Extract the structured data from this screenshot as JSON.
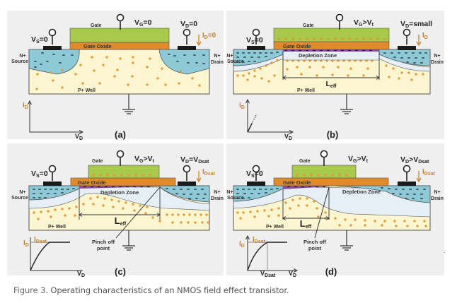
{
  "figure": {
    "caption_label": "Figure 3.",
    "caption_text": " Operating characteristics of an NMOS field effect transistor.",
    "colors": {
      "panel_bg": "#efefef",
      "gate": "#a9c94a",
      "gate_oxide": "#e08a2b",
      "n_plus": "#8ec9d8",
      "p_well": "#fbf5d0",
      "depletion": "#e6eef6",
      "channel": "#8c4aa0",
      "charge_plus": "#e0922e",
      "contact": "#1a1a1a",
      "current_label": "#c8862a"
    },
    "common_labels": {
      "gate": "Gate",
      "gate_oxide": "Gate Oxide",
      "n_plus": "N+",
      "source": "Source",
      "drain": "Drain",
      "p_well": "P+ Well",
      "depletion_zone": "Depletion Zone",
      "l_eff_main": "L",
      "l_eff_sub": "eff",
      "pinch_off_line1": "Pinch off",
      "pinch_off_line2": "point",
      "axis_I": "I",
      "axis_V": "V",
      "sub_D": "D",
      "sub_Dsat": "Dsat",
      "vs_main": "V",
      "vs_sub": "S",
      "vs_val": "=0"
    },
    "panels": [
      {
        "id": "a",
        "label": "(a)",
        "vg_main": "V",
        "vg_sub": "G",
        "vg_rel": "=0",
        "vg_rhs": "",
        "vd_main": "V",
        "vd_sub": "D",
        "vd_rel": "=0",
        "vd_rhs_main": "",
        "vd_rhs_sub": "",
        "id_main": "I",
        "id_sub": "D",
        "id_val": "=0"
      },
      {
        "id": "b",
        "label": "(b)",
        "vg_main": "V",
        "vg_sub": "G",
        "vg_rel": ">V",
        "vg_rhs": "t",
        "vd_main": "V",
        "vd_sub": "D",
        "vd_rel": "=small",
        "vd_rhs_main": "",
        "vd_rhs_sub": "",
        "id_main": "I",
        "id_sub": "D",
        "id_val": ""
      },
      {
        "id": "c",
        "label": "(c)",
        "vg_main": "V",
        "vg_sub": "G",
        "vg_rel": ">V",
        "vg_rhs": "t",
        "vd_main": "V",
        "vd_sub": "D",
        "vd_rel": "=V",
        "vd_rhs_main": "",
        "vd_rhs_sub": "Dsat",
        "id_main": "I",
        "id_sub": "Dsat",
        "id_val": ""
      },
      {
        "id": "d",
        "label": "(d)",
        "vg_main": "V",
        "vg_sub": "G",
        "vg_rel": ">V",
        "vg_rhs": "t",
        "vd_main": "V",
        "vd_sub": "D",
        "vd_rel": ">V",
        "vd_rhs_main": "",
        "vd_rhs_sub": "Dsat",
        "id_main": "I",
        "id_sub": "Dsat",
        "id_val": ""
      }
    ]
  }
}
